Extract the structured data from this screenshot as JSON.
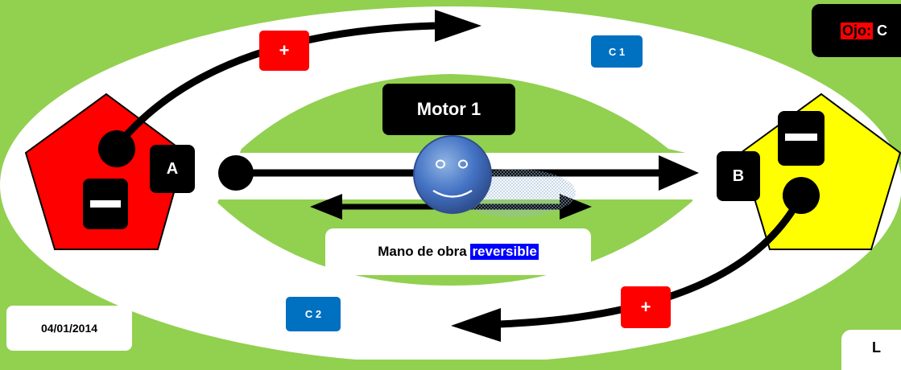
{
  "labels": {
    "motor": "Motor 1",
    "node_a": "A",
    "node_b": "B",
    "circuit_1": "C 1",
    "circuit_2": "C 2",
    "plus_top": "+",
    "plus_bottom": "+",
    "caption_prefix": "Mano de obra ",
    "caption_highlight": "reversible",
    "date": "04/01/2014",
    "note_prefix": "Ojo:",
    "note_rest": " C",
    "corner_text": "L"
  },
  "colors": {
    "background": "#92D050",
    "ring": "#FFFFFF",
    "inner_green": "#92D050",
    "source_a": "#FF0000",
    "source_b": "#FFFF00",
    "tag_blue": "#0070C0",
    "tag_red": "#FF0000",
    "highlight": "#0000FF",
    "motor_face": "#4472C4"
  }
}
